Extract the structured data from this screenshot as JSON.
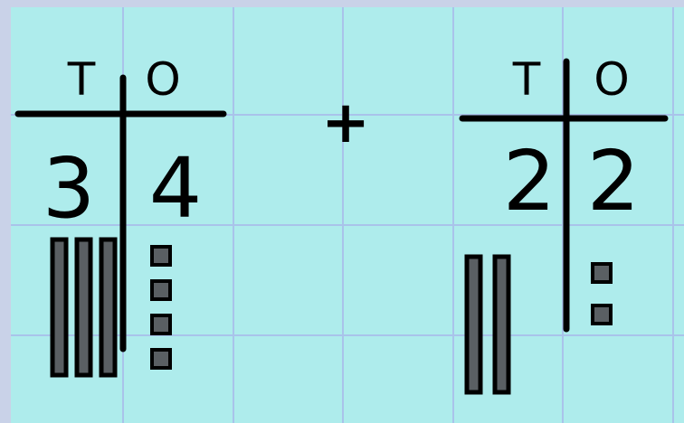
{
  "colors": {
    "background": "#aeecec",
    "frame": "#c9d2e8",
    "grid": "#a9c3ea",
    "ink": "#000000",
    "block_fill": "#5a5f63"
  },
  "left_number": {
    "tens_header": "T",
    "ones_header": "O",
    "tens_digit": "3",
    "ones_digit": "4",
    "tens_rods": 3,
    "ones_cubes": 4
  },
  "operator": "+",
  "right_number": {
    "tens_header": "T",
    "ones_header": "O",
    "tens_digit": "2",
    "ones_digit": "2",
    "tens_rods": 2,
    "ones_cubes": 2
  }
}
